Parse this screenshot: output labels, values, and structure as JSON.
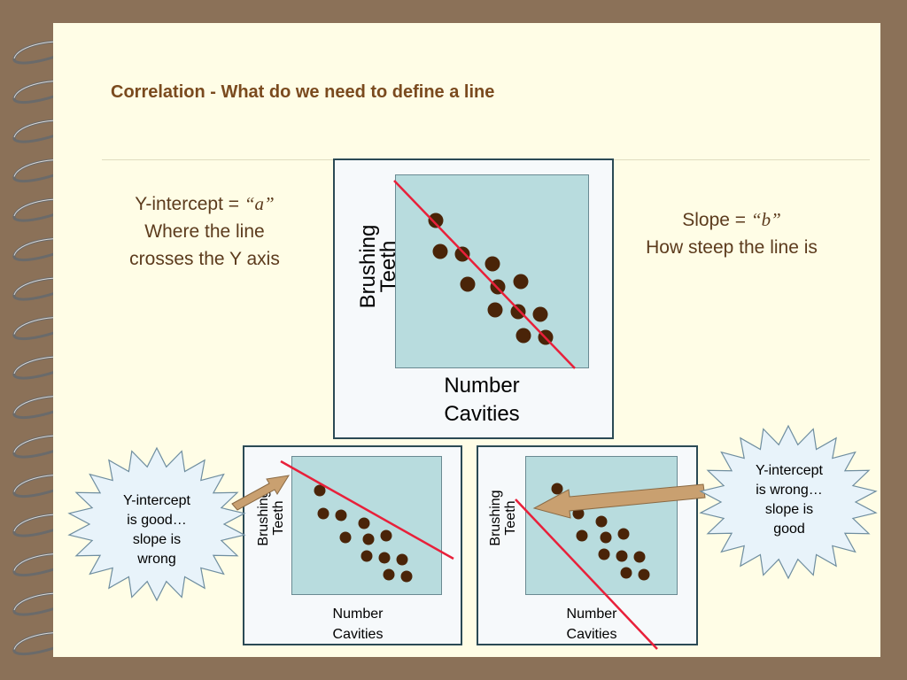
{
  "slide": {
    "title": "Correlation - What do we need to define a line"
  },
  "left_note": {
    "line1_prefix": "Y-intercept = ",
    "line1_symbol": "“a”",
    "line2": "Where the line",
    "line3": "crosses the Y axis"
  },
  "right_note": {
    "line1_prefix": "Slope = ",
    "line1_symbol": "“b”",
    "line2": "How steep the line is"
  },
  "main_chart": {
    "ylabel_1": "Brushing",
    "ylabel_2": "Teeth",
    "xlabel_1": "Number",
    "xlabel_2": "Cavities"
  },
  "left_chart": {
    "ylabel_1": "Brushing",
    "ylabel_2": "Teeth",
    "xlabel_1": "Number",
    "xlabel_2": "Cavities"
  },
  "right_chart": {
    "ylabel_1": "Brushing",
    "ylabel_2": "Teeth",
    "xlabel_1": "Number",
    "xlabel_2": "Cavities"
  },
  "left_burst": {
    "line1": "Y-intercept",
    "line2": "is good…",
    "line3": "slope is",
    "line4": "wrong"
  },
  "right_burst": {
    "line1": "Y-intercept",
    "line2": "is wrong…",
    "line3": "slope is",
    "line4": "good"
  },
  "colors": {
    "background": "#8b7158",
    "page": "#fffde6",
    "title": "#7a4a1e",
    "plot_fill": "#b8dcde",
    "dot": "#4a2408",
    "line": "#e8203a",
    "arrow": "#c9a070",
    "burst": "#e8f3fa"
  }
}
